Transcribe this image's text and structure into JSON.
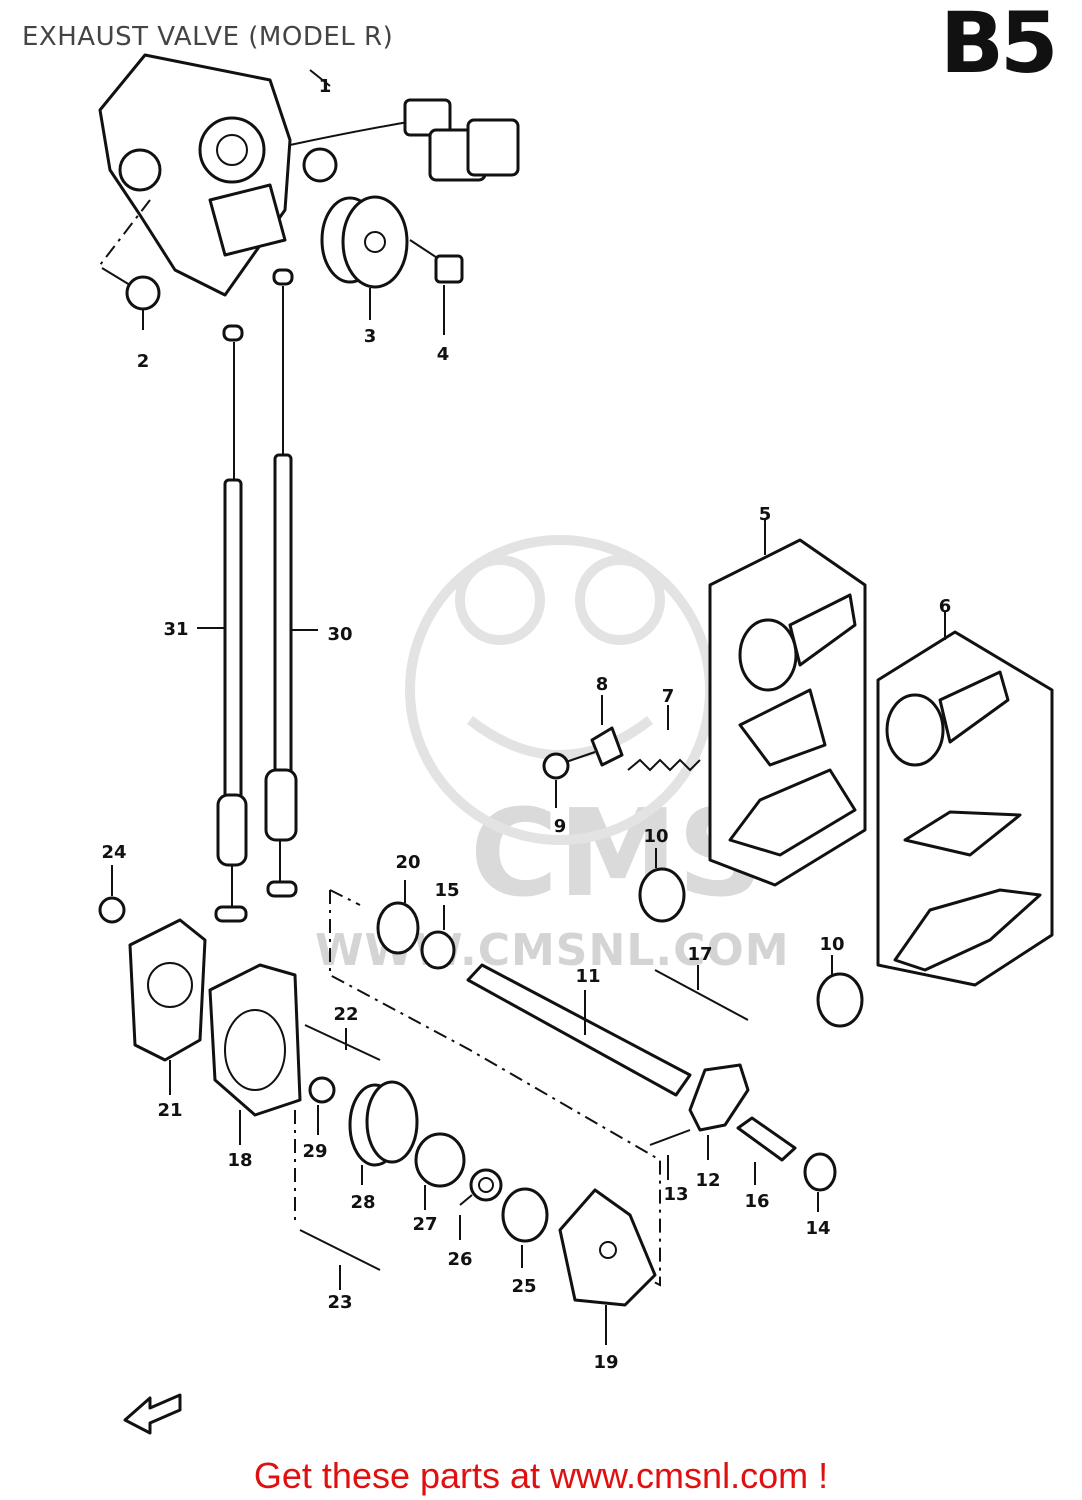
{
  "header": {
    "title": "EXHAUST VALVE (MODEL R)",
    "section_code": "B5"
  },
  "watermark": {
    "logo_text": "CMS",
    "url_text": "WWW.CMSNL.COM"
  },
  "footer": {
    "text": "Get these parts at www.cmsnl.com !"
  },
  "callouts": [
    {
      "id": "1",
      "text": "1"
    },
    {
      "id": "2",
      "text": "2"
    },
    {
      "id": "3",
      "text": "3"
    },
    {
      "id": "4",
      "text": "4"
    },
    {
      "id": "5",
      "text": "5"
    },
    {
      "id": "6",
      "text": "6"
    },
    {
      "id": "7",
      "text": "7"
    },
    {
      "id": "8",
      "text": "8"
    },
    {
      "id": "9",
      "text": "9"
    },
    {
      "id": "10a",
      "text": "10"
    },
    {
      "id": "10b",
      "text": "10"
    },
    {
      "id": "11",
      "text": "11"
    },
    {
      "id": "12",
      "text": "12"
    },
    {
      "id": "13",
      "text": "13"
    },
    {
      "id": "14",
      "text": "14"
    },
    {
      "id": "15",
      "text": "15"
    },
    {
      "id": "16",
      "text": "16"
    },
    {
      "id": "17",
      "text": "17"
    },
    {
      "id": "18",
      "text": "18"
    },
    {
      "id": "19",
      "text": "19"
    },
    {
      "id": "20",
      "text": "20"
    },
    {
      "id": "21",
      "text": "21"
    },
    {
      "id": "22",
      "text": "22"
    },
    {
      "id": "23",
      "text": "23"
    },
    {
      "id": "24",
      "text": "24"
    },
    {
      "id": "25",
      "text": "25"
    },
    {
      "id": "26",
      "text": "26"
    },
    {
      "id": "27",
      "text": "27"
    },
    {
      "id": "28",
      "text": "28"
    },
    {
      "id": "29",
      "text": "29"
    },
    {
      "id": "30",
      "text": "30"
    },
    {
      "id": "31",
      "text": "31"
    }
  ]
}
